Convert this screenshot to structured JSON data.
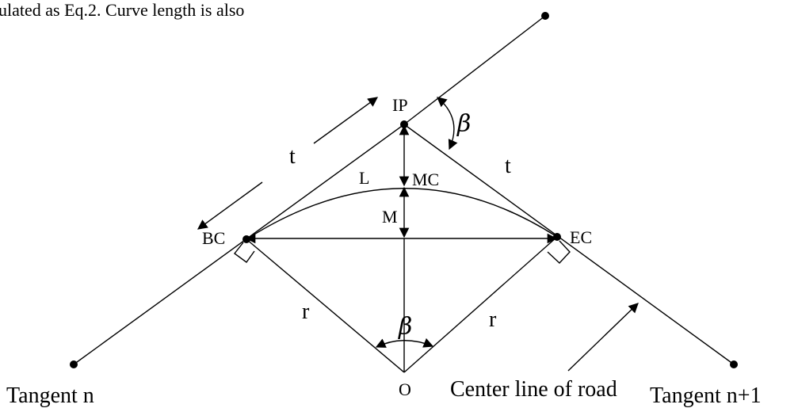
{
  "header_text": "ulated  as  Eq.2.  Curve  length  is  also",
  "labels": {
    "ip": "IP",
    "bc": "BC",
    "ec": "EC",
    "mc": "MC",
    "o": "O",
    "m": "M",
    "l": "L",
    "t_left": "t",
    "t_right": "t",
    "r_left": "r",
    "r_right": "r",
    "beta_top": "β",
    "beta_bottom": "β",
    "tangent_n": "Tangent n",
    "tangent_n1": "Tangent n+1",
    "center_line": "Center line of road"
  }
}
